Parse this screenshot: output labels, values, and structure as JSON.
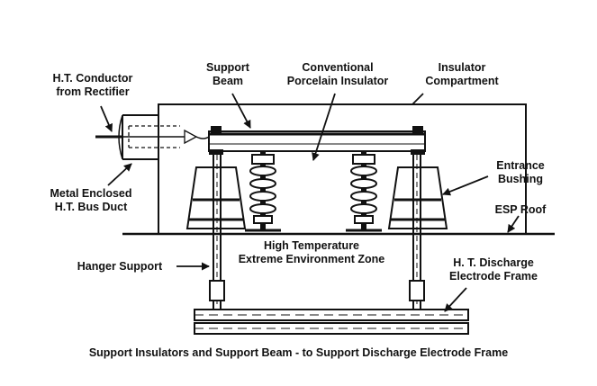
{
  "labels": {
    "ht_conductor": [
      "H.T. Conductor",
      "from Rectifier"
    ],
    "support_beam": [
      "Support",
      "Beam"
    ],
    "porcelain": [
      "Conventional",
      "Porcelain Insulator"
    ],
    "compartment": [
      "Insulator",
      "Compartment"
    ],
    "entrance_bushing": [
      "Entrance",
      "Bushing"
    ],
    "bus_duct": [
      "Metal Enclosed",
      "H.T. Bus Duct"
    ],
    "esp_roof": "ESP Roof",
    "high_temp": [
      "High Temperature",
      "Extreme Environment Zone"
    ],
    "hanger_support": "Hanger Support",
    "discharge_frame": [
      "H. T. Discharge",
      "Electrode Frame"
    ]
  },
  "caption": "Support Insulators and Support Beam - to Support Discharge Electrode Frame"
}
